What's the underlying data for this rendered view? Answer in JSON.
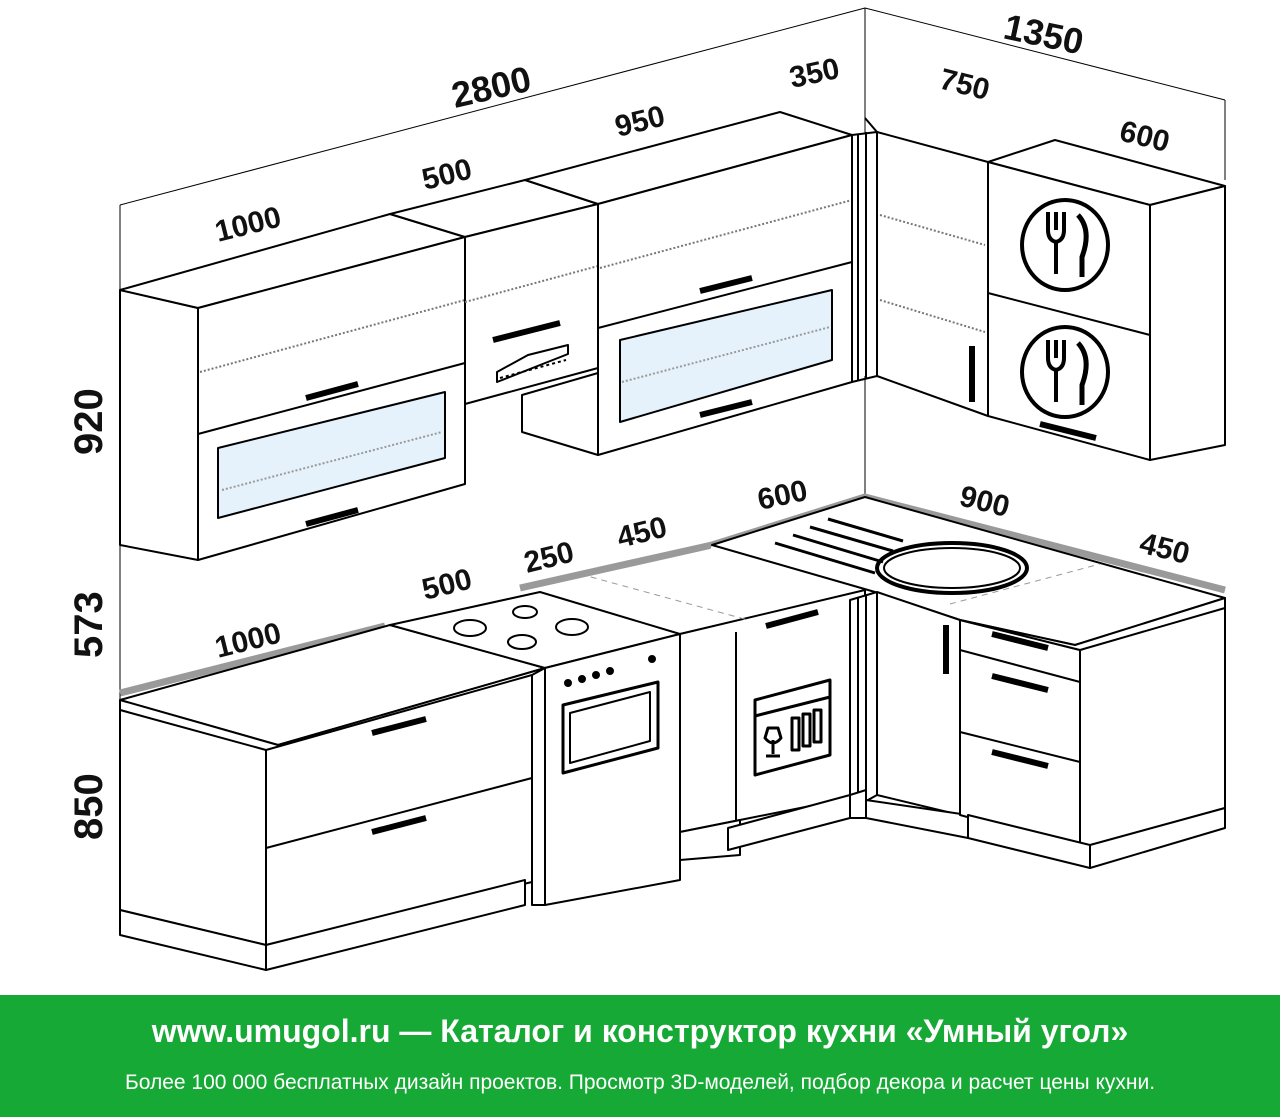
{
  "diagram": {
    "dimensions": {
      "total_left_wall": "2800",
      "total_right_wall": "1350",
      "upper": [
        "1000",
        "500",
        "950",
        "350",
        "750",
        "600"
      ],
      "heights": [
        "920",
        "573",
        "850"
      ],
      "countertop": [
        "1000",
        "500",
        "250",
        "450",
        "600",
        "900",
        "450"
      ]
    },
    "colors": {
      "line": "#000000",
      "countertop_edge": "#9a9a9a",
      "glass": "#e6f2fb",
      "banner": "#16a935"
    },
    "icons": [
      "fork-knife-icon",
      "fork-knife-icon",
      "hood-icon",
      "gas-hob-icon",
      "oven-icon",
      "bottle-icon",
      "dishwasher-icon",
      "sink-icon"
    ]
  },
  "banner": {
    "title": "www.umugol.ru — Каталог и конструктор кухни «Умный угол»",
    "subtitle": "Более 100 000 бесплатных дизайн проектов. Просмотр 3D-моделей, подбор декора и расчет цены кухни."
  }
}
